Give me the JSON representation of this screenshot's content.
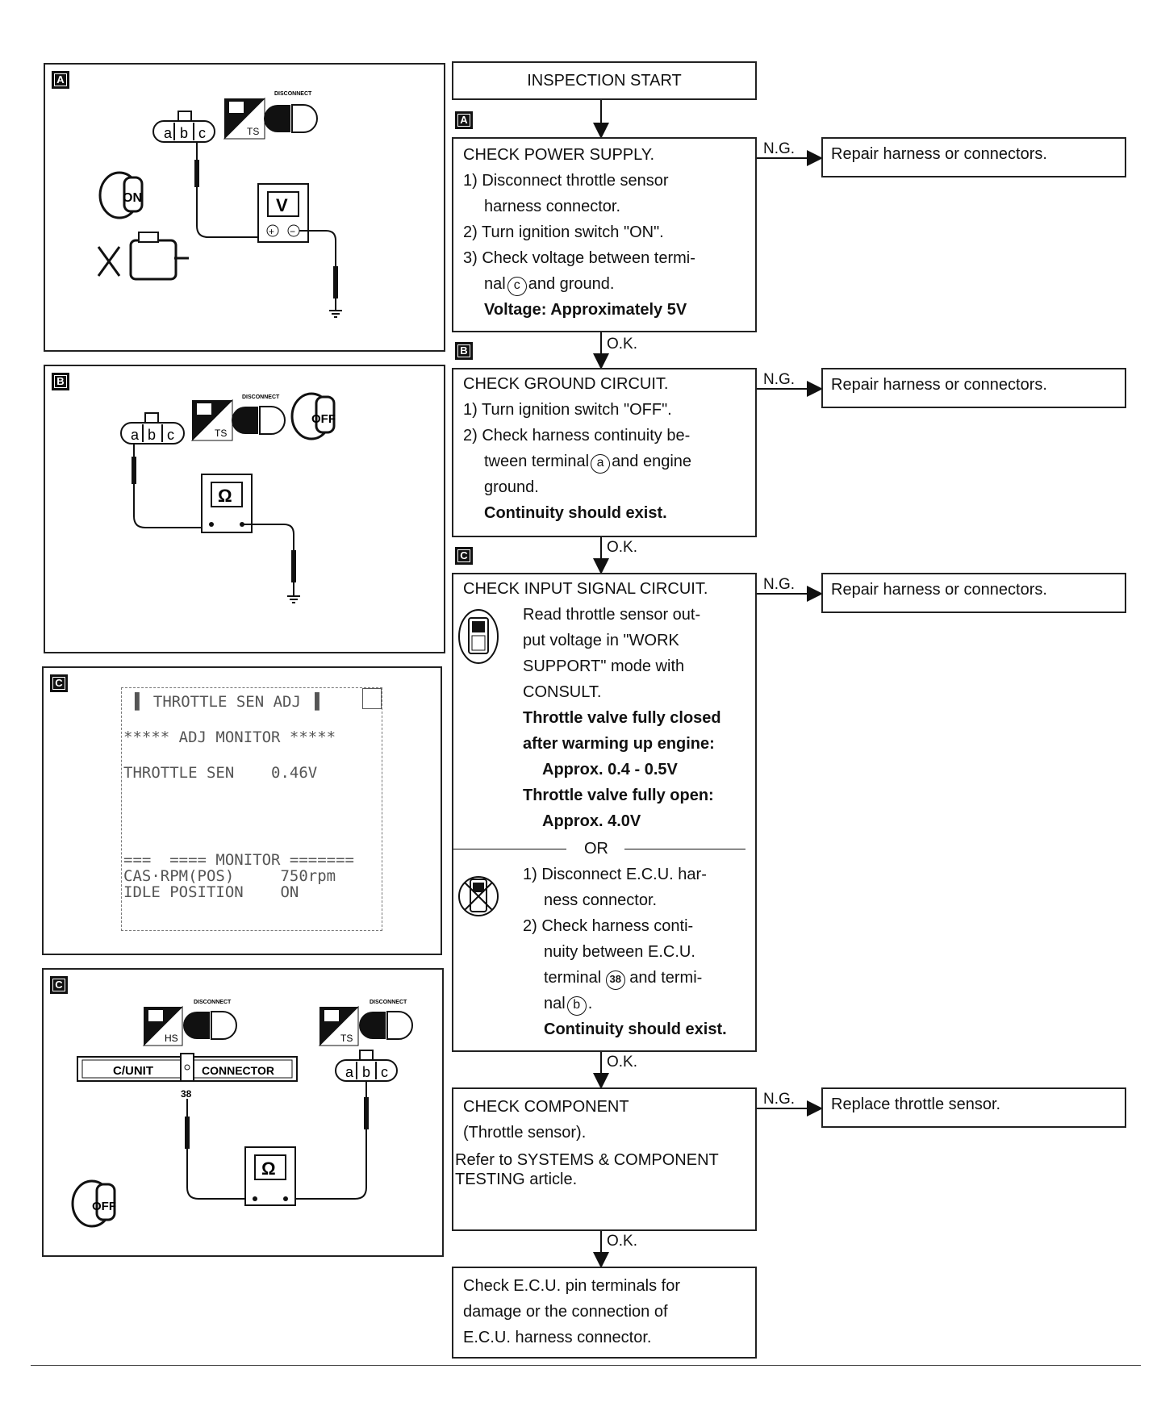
{
  "panels": {
    "a": {
      "tag": "A",
      "connector_letters": [
        "a",
        "b",
        "c"
      ],
      "meter": "V",
      "plus": "+",
      "minus": "−",
      "ts_label": "TS",
      "disconnect": "DISCONNECT",
      "key": "ON"
    },
    "b": {
      "tag": "B",
      "connector_letters": [
        "a",
        "b",
        "c"
      ],
      "meter": "Ω",
      "ts_label": "TS",
      "disconnect": "DISCONNECT",
      "key": "OFF"
    },
    "c1": {
      "tag": "C",
      "screen_lines": [
        "▌ THROTTLE SEN ADJ ▐",
        "***** ADJ MONITOR *****",
        "THROTTLE SEN    0.46V",
        "",
        "",
        "===  ==== MONITOR =======",
        "CAS·RPM(POS)     750rpm",
        "IDLE POSITION    ON"
      ]
    },
    "c2": {
      "tag": "C",
      "unit_label": "C/UNIT",
      "connector_label": "CONNECTOR",
      "pin": "38",
      "connector_letters": [
        "a",
        "b",
        "c"
      ],
      "meter": "Ω",
      "hs_label": "HS",
      "ts_label": "TS",
      "disconnect": "DISCONNECT",
      "key": "OFF"
    }
  },
  "flow": {
    "start": "INSPECTION START",
    "step_a": {
      "tag": "A",
      "title": "CHECK POWER SUPPLY.",
      "l1": "1) Disconnect throttle sensor",
      "l1b": "harness connector.",
      "l2": "2) Turn ignition switch \"ON\".",
      "l3": "3) Check voltage between termi-",
      "l3b_pre": "nal",
      "l3b_term": "c",
      "l3b_post": "and ground.",
      "spec": "Voltage: Approximately 5V"
    },
    "step_b": {
      "tag": "B",
      "title": "CHECK GROUND CIRCUIT.",
      "l1": "1) Turn ignition switch \"OFF\".",
      "l2": "2) Check harness continuity be-",
      "l2b_pre": "tween terminal",
      "l2b_term": "a",
      "l2b_post": "and engine",
      "l2c": "ground.",
      "spec": "Continuity should exist."
    },
    "step_c": {
      "tag": "C",
      "title": "CHECK INPUT SIGNAL CIRCUIT.",
      "consult_lines": [
        "Read throttle sensor out-",
        "put voltage in \"WORK",
        "SUPPORT\" mode with",
        "CONSULT."
      ],
      "spec1a": "Throttle valve fully closed",
      "spec1b": "after warming up engine:",
      "spec1c": "Approx. 0.4 - 0.5V",
      "spec2a": "Throttle valve fully open:",
      "spec2b": "Approx. 4.0V",
      "or": "OR",
      "m1": "1) Disconnect E.C.U. har-",
      "m1b": "ness connector.",
      "m2": "2) Check harness conti-",
      "m2b": "nuity between E.C.U.",
      "m2c_pre": "terminal",
      "m2c_term": "38",
      "m2c_post": "and termi-",
      "m2d_pre": "nal",
      "m2d_term": "b",
      "m2d_post": ".",
      "spec3": "Continuity should exist."
    },
    "step_d": {
      "title": "CHECK COMPONENT",
      "sub": "(Throttle sensor).",
      "ref1": "Refer to SYSTEMS & COMPONENT",
      "ref2": "TESTING article."
    },
    "final": {
      "l1": "Check E.C.U. pin terminals for",
      "l2": "damage or the connection of",
      "l3": "E.C.U. harness connector."
    },
    "ng": "N.G.",
    "ok": "O.K.",
    "repair": "Repair harness or connectors.",
    "replace": "Replace throttle sensor."
  }
}
